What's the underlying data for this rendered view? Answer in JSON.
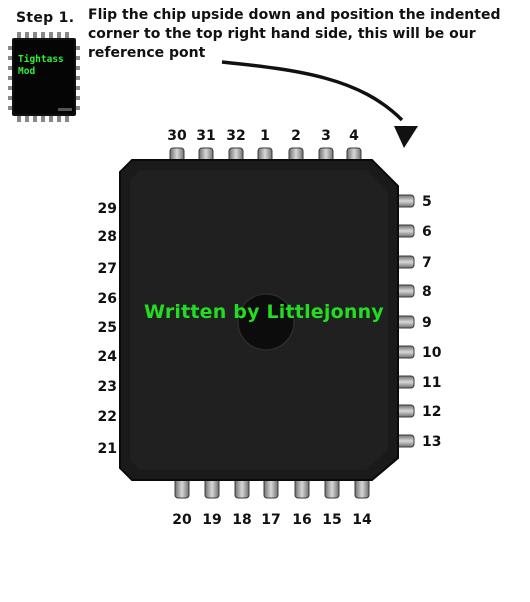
{
  "step_label": "Step 1.",
  "instructions": "Flip the chip upside down and position the indented corner to the top right hand side, this will be our reference pont",
  "thumbnail": {
    "label": "Tightass Mod",
    "label_color": "#33ee33",
    "body_color": "#111111"
  },
  "watermark": {
    "text": "Written by Littlejonny",
    "color": "#22dd22"
  },
  "chip": {
    "body_color": "#1a1a1a",
    "pin_color": "#a8a8a8",
    "top_pins": [
      "30",
      "31",
      "32",
      "1",
      "2",
      "3",
      "4"
    ],
    "right_pins": [
      "5",
      "6",
      "7",
      "8",
      "9",
      "10",
      "11",
      "12",
      "13"
    ],
    "bottom_pins": [
      "20",
      "19",
      "18",
      "17",
      "16",
      "15",
      "14"
    ],
    "left_pins": [
      "29",
      "28",
      "27",
      "26",
      "25",
      "24",
      "23",
      "22",
      "21"
    ]
  }
}
